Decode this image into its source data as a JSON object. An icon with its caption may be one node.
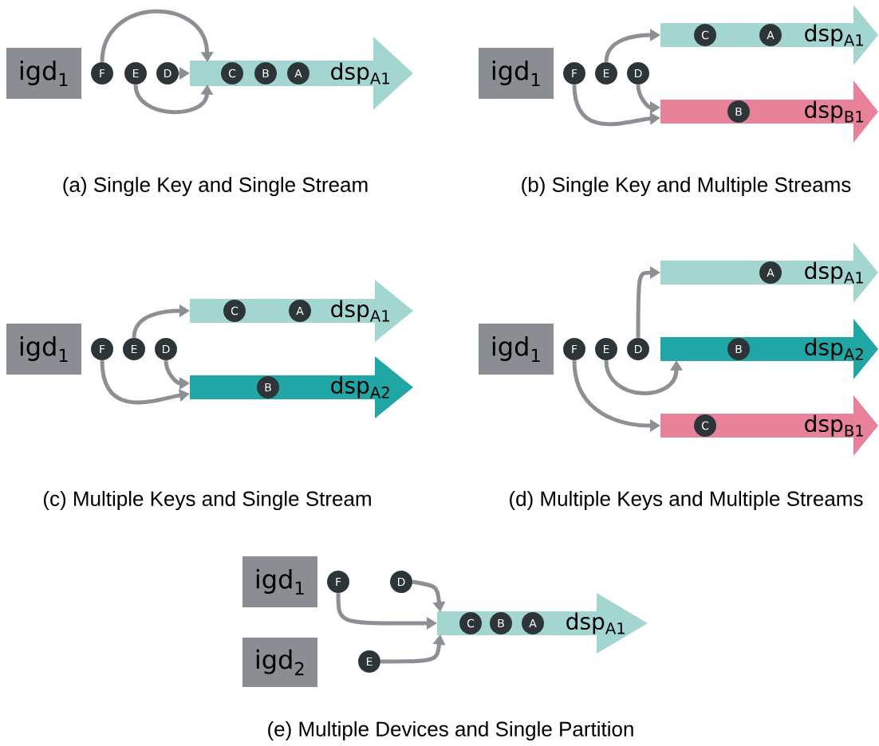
{
  "diagram": {
    "nodes": [
      {
        "text": [
          "igd$_{1}$"
        ]
      },
      {
        "text": [
          "F"
        ]
      },
      {
        "text": [
          "E"
        ]
      },
      {
        "text": [
          "D"
        ]
      },
      {
        "text": [
          "dsp$_{A1}$"
        ]
      },
      {
        "text": [
          "C"
        ],
        "in": 4
      },
      {
        "text": [
          "B"
        ],
        "in": 4
      },
      {
        "text": [
          "A"
        ],
        "in": 4
      },
      {
        "text": [
          "igd$_{1}$"
        ]
      },
      {
        "text": [
          "F"
        ]
      },
      {
        "text": [
          "E"
        ]
      },
      {
        "text": [
          "D"
        ]
      },
      {
        "text": [
          "dsp$_{A1}$"
        ]
      },
      {
        "text": [
          "C"
        ],
        "in": 12
      },
      {
        "text": [
          "A"
        ],
        "in": 12
      },
      {
        "text": [
          "dsp$_{B1}$"
        ]
      },
      {
        "text": [
          "B"
        ],
        "in": 15
      },
      {
        "text": [
          "igd$_{1}$"
        ]
      },
      {
        "text": [
          "F"
        ]
      },
      {
        "text": [
          "E"
        ]
      },
      {
        "text": [
          "D"
        ]
      },
      {
        "text": [
          "dsp$_{A1}$"
        ]
      },
      {
        "text": [
          "C"
        ],
        "in": 21
      },
      {
        "text": [
          "A"
        ],
        "in": 21
      },
      {
        "text": [
          "dsp$_{A2}$"
        ]
      },
      {
        "text": [
          "B"
        ],
        "in": 24
      },
      {
        "text": [
          "igd$_{1}$"
        ]
      },
      {
        "text": [
          "F"
        ]
      },
      {
        "text": [
          "E"
        ]
      },
      {
        "text": [
          "D"
        ]
      },
      {
        "text": [
          "dsp$_{A1}$"
        ]
      },
      {
        "text": [
          "A"
        ],
        "in": 30
      },
      {
        "text": [
          "dsp$_{A2}$"
        ]
      },
      {
        "text": [
          "B"
        ],
        "in": 32
      },
      {
        "text": [
          "dsp$_{B1}$"
        ]
      },
      {
        "text": [
          "C"
        ],
        "in": 34
      },
      {
        "text": [
          "igd$_{1}$"
        ]
      },
      {
        "text": [
          "igd$_{2}$"
        ]
      },
      {
        "text": [
          "F"
        ]
      },
      {
        "text": [
          "D"
        ]
      },
      {
        "text": [
          "E"
        ]
      },
      {
        "text": [
          "dsp$_{A1}$"
        ]
      },
      {
        "text": [
          "C"
        ],
        "in": 41
      },
      {
        "text": [
          "B"
        ],
        "in": 41
      },
      {
        "text": [
          "A"
        ],
        "in": 41
      }
    ],
    "edges": [
      {
        "from": 1,
        "to": 4,
        "arrow": "to"
      },
      {
        "from": 2,
        "to": 4,
        "arrow": "to"
      },
      {
        "from": 3,
        "to": 4,
        "arrow": "to"
      },
      {
        "from": 10,
        "to": 12,
        "arrow": "to"
      },
      {
        "from": 9,
        "to": 15,
        "arrow": "to"
      },
      {
        "from": 11,
        "to": 15,
        "arrow": "to"
      },
      {
        "from": 19,
        "to": 21,
        "arrow": "to"
      },
      {
        "from": 18,
        "to": 24,
        "arrow": "to"
      },
      {
        "from": 20,
        "to": 24,
        "arrow": "to"
      },
      {
        "from": 29,
        "to": 30,
        "arrow": "to"
      },
      {
        "from": 28,
        "to": 32,
        "arrow": "to"
      },
      {
        "from": 27,
        "to": 34,
        "arrow": "to"
      },
      {
        "from": 38,
        "to": 41,
        "arrow": "to"
      },
      {
        "from": 39,
        "to": 41,
        "arrow": "to"
      },
      {
        "from": 40,
        "to": 41,
        "arrow": "to"
      }
    ],
    "labels": [
      "(a) Single Key and Single Stream",
      "(b) Single Key and Multiple Streams",
      "(c) Multiple Keys and Single Stream",
      "(d) Multiple Keys and Multiple Streams",
      "(e) Multiple Devices and Single Partition"
    ]
  }
}
